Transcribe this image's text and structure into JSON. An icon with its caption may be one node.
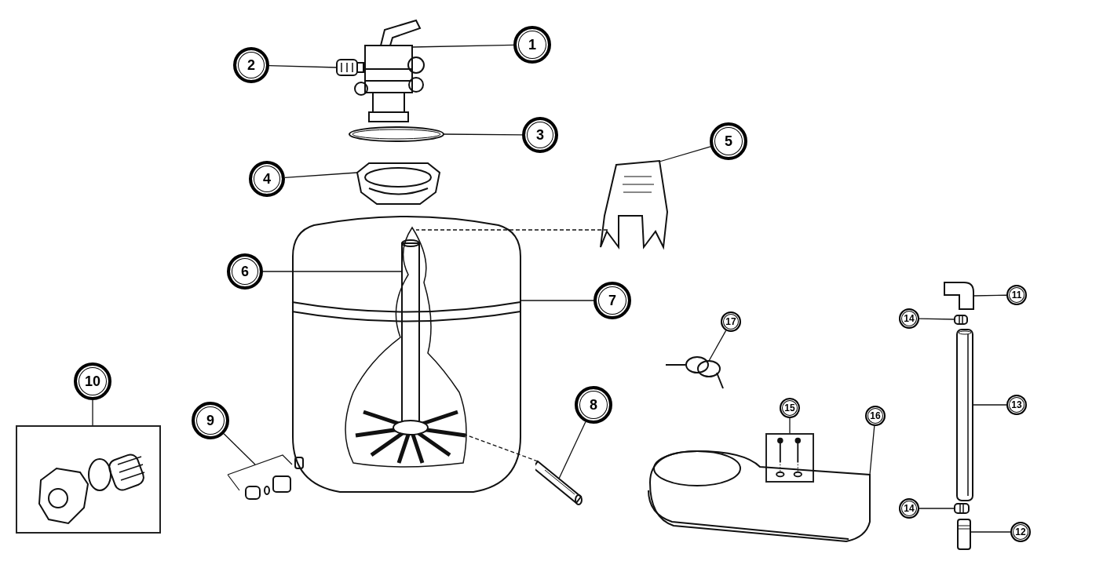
{
  "diagram": {
    "nodes": [
      {
        "text": [
          "1"
        ]
      },
      {
        "text": [],
        "shape": "picture"
      },
      {
        "text": [
          "2"
        ]
      },
      {
        "text": [],
        "shape": "picture"
      },
      {
        "text": [
          "3"
        ]
      },
      {
        "text": [],
        "shape": "picture"
      },
      {
        "text": [
          "4"
        ]
      },
      {
        "text": [],
        "shape": "picture"
      },
      {
        "text": [
          "5"
        ]
      },
      {
        "text": [],
        "shape": "picture"
      },
      {
        "text": [
          "6"
        ]
      },
      {
        "text": [],
        "shape": "picture",
        "in": 13
      },
      {
        "text": [
          "7"
        ]
      },
      {
        "text": [],
        "shape": "picture"
      },
      {
        "text": [
          "10"
        ]
      },
      {
        "text": [],
        "shape": "box"
      },
      {
        "text": [],
        "shape": "picture",
        "in": 15
      },
      {
        "text": [
          "9"
        ]
      },
      {
        "text": [],
        "shape": "picture"
      },
      {
        "text": [
          "8"
        ]
      },
      {
        "text": [],
        "shape": "picture"
      },
      {
        "text": [
          "17"
        ]
      },
      {
        "text": [],
        "shape": "picture"
      },
      {
        "text": [
          "15"
        ]
      },
      {
        "text": [],
        "shape": "box"
      },
      {
        "text": [
          "16"
        ]
      },
      {
        "text": [],
        "shape": "picture"
      },
      {
        "text": [
          "11"
        ]
      },
      {
        "text": [],
        "shape": "picture"
      },
      {
        "text": [
          "14"
        ]
      },
      {
        "text": [],
        "shape": "picture"
      },
      {
        "text": [
          "13"
        ]
      },
      {
        "text": [],
        "shape": "picture"
      },
      {
        "text": [
          "14"
        ]
      },
      {
        "text": [],
        "shape": "picture"
      },
      {
        "text": [
          "12"
        ]
      },
      {
        "text": [],
        "shape": "picture"
      }
    ],
    "edges": [
      {
        "from": 0,
        "to": 1,
        "arrow": "none"
      },
      {
        "from": 2,
        "to": 3,
        "arrow": "none"
      },
      {
        "from": 4,
        "to": 5,
        "arrow": "none"
      },
      {
        "from": 6,
        "to": 7,
        "arrow": "none"
      },
      {
        "from": 8,
        "to": 9,
        "arrow": "none"
      },
      {
        "from": 10,
        "to": 11,
        "arrow": "none"
      },
      {
        "from": 12,
        "to": 13,
        "arrow": "none"
      },
      {
        "from": 14,
        "to": 15,
        "arrow": "none"
      },
      {
        "from": 17,
        "to": 18,
        "arrow": "none"
      },
      {
        "from": 19,
        "to": 20,
        "arrow": "none"
      },
      {
        "from": 21,
        "to": 22,
        "arrow": "none"
      },
      {
        "from": 23,
        "to": 24,
        "arrow": "none"
      },
      {
        "from": 25,
        "to": 26,
        "arrow": "none"
      },
      {
        "from": 27,
        "to": 28,
        "arrow": "none"
      },
      {
        "from": 29,
        "to": 30,
        "arrow": "none"
      },
      {
        "from": 31,
        "to": 32,
        "arrow": "none"
      },
      {
        "from": 33,
        "to": 34,
        "arrow": "none"
      },
      {
        "from": 35,
        "to": 36,
        "arrow": "none"
      },
      {
        "from": 9,
        "to": 11,
        "arrow": "none",
        "style": "dashed"
      },
      {
        "from": 20,
        "to": 11,
        "arrow": "none",
        "style": "dashed"
      }
    ]
  }
}
